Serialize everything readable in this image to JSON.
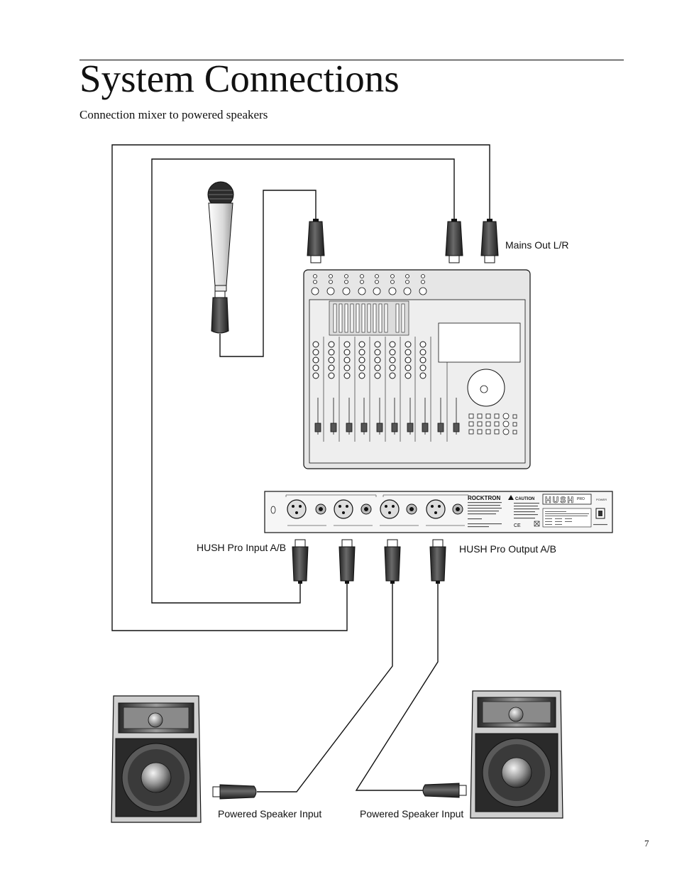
{
  "page": {
    "title": "System Connections",
    "subtitle": "Connection mixer to powered speakers",
    "page_number": "7"
  },
  "labels": {
    "mains_out": "Mains Out L/R",
    "hush_input": "HUSH Pro Input A/B",
    "hush_output": "HUSH Pro Output A/B",
    "speaker_input_left": "Powered Speaker Input",
    "speaker_input_right": "Powered Speaker Input"
  },
  "hush_unit": {
    "brand": "ROCKTRON",
    "logo": "HUSH",
    "logo_suffix": "PRO",
    "caution": "CAUTION",
    "ce_mark": "CE",
    "power_label": "POWER"
  },
  "colors": {
    "line": "#111111",
    "connector_fill": "#3c3c3c",
    "mixer_body": "#e6e6e6",
    "speaker_cabinet": "#cfcfcf"
  }
}
